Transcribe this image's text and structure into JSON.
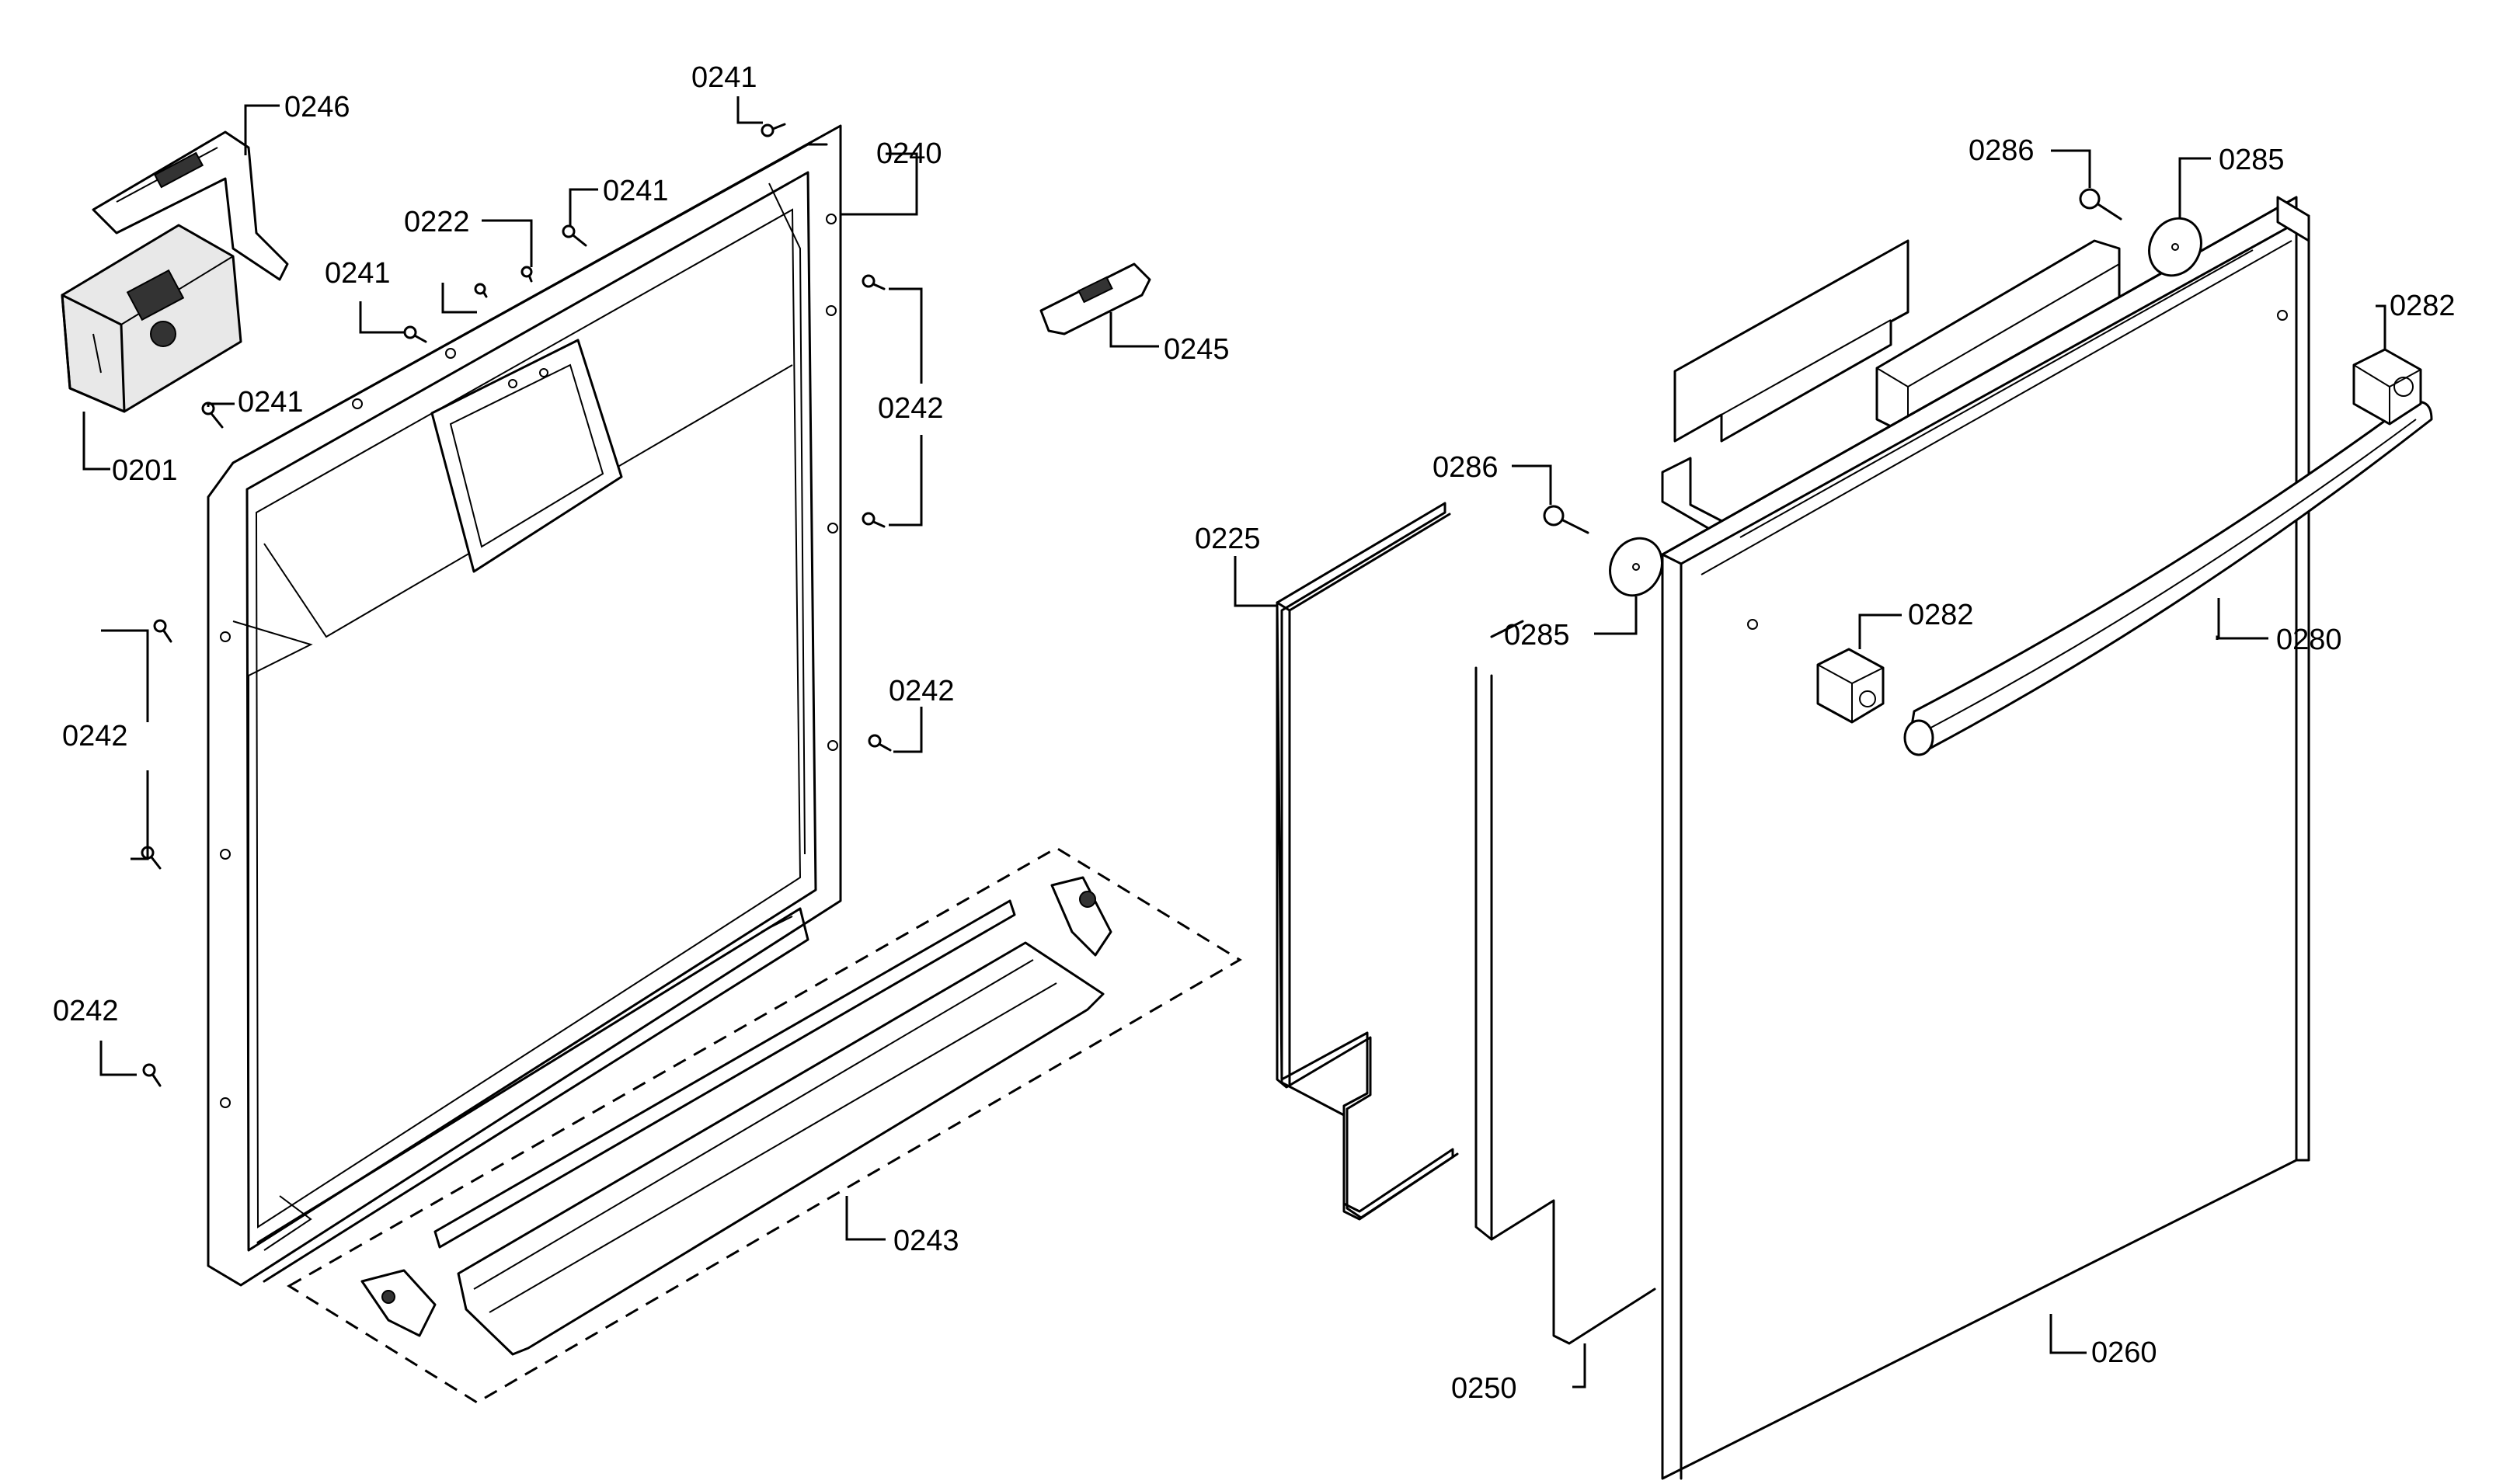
{
  "callouts": {
    "c0201": "0201",
    "c0222": "0222",
    "c0225": "0225",
    "c0240": "0240",
    "c0241_top": "0241",
    "c0241_mid": "0241",
    "c0241_left": "0241",
    "c0241_low": "0241",
    "c0242_right_upper": "0242",
    "c0242_right_lower": "0242",
    "c0242_left_mid": "0242",
    "c0242_left_low": "0242",
    "c0243": "0243",
    "c0245": "0245",
    "c0246": "0246",
    "c0250": "0250",
    "c0260": "0260",
    "c0280": "0280",
    "c0282_top": "0282",
    "c0282_mid": "0282",
    "c0285_top": "0285",
    "c0285_mid": "0285",
    "c0286_top": "0286",
    "c0286_mid": "0286"
  }
}
